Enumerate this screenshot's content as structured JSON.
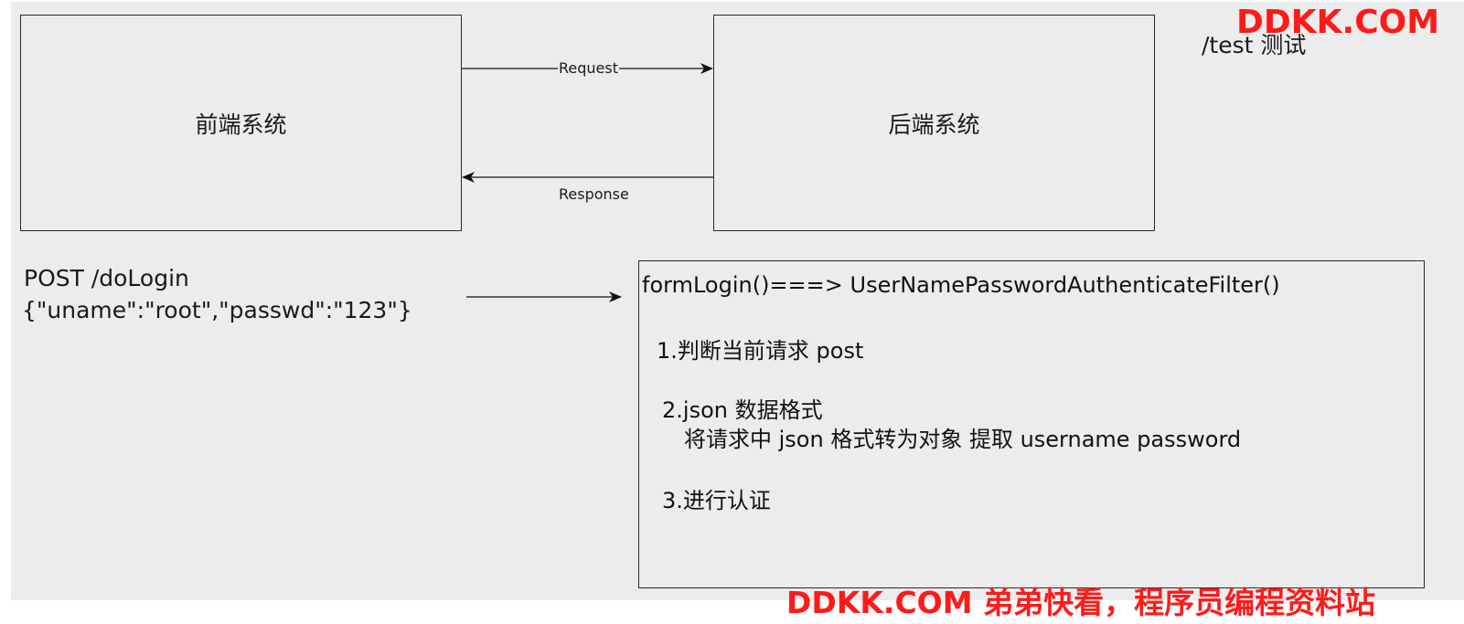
{
  "nodes": {
    "frontend": {
      "label": "前端系统"
    },
    "backend": {
      "label": "后端系统"
    }
  },
  "edges": {
    "request": {
      "label": "Request"
    },
    "response": {
      "label": "Response"
    }
  },
  "note_test": "/test 测试",
  "request_example": {
    "line1": "POST /doLogin",
    "line2": "{\"uname\":\"root\",\"passwd\":\"123\"}"
  },
  "flow_box": {
    "title": "formLogin()===> UserNamePasswordAuthenticateFilter()",
    "step1": "1.判断当前请求 post",
    "step2": "2.json 数据格式",
    "step2_detail": "将请求中 json 格式转为对象 提取 username password",
    "step3": "3.进行认证"
  },
  "watermarks": {
    "top": "DDKK.COM",
    "bottom": "DDKK.COM 弟弟快看，程序员编程资料站"
  },
  "colors": {
    "background": "#ececec",
    "border": "#2b2b2b",
    "watermark": "#ff1a1a"
  }
}
